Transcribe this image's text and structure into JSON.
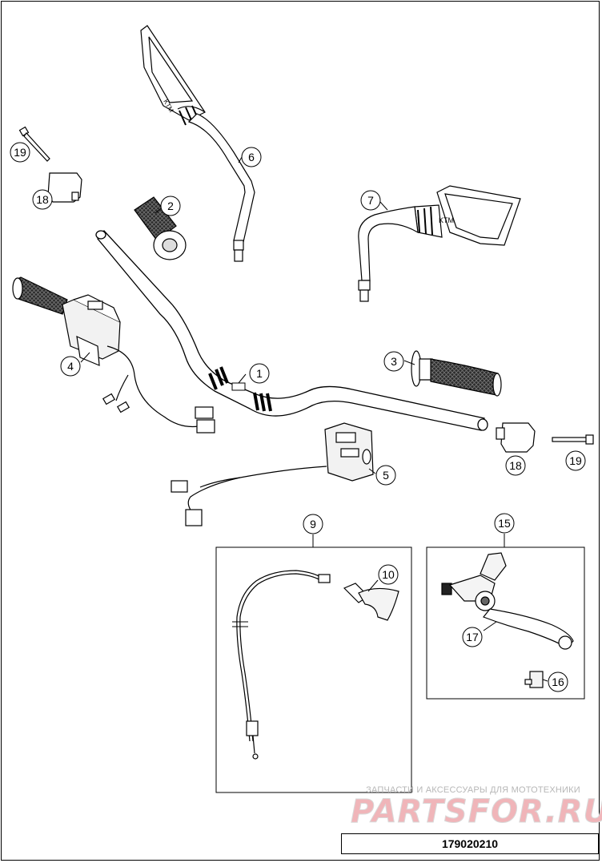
{
  "callouts": [
    {
      "id": "c1",
      "label": "1"
    },
    {
      "id": "c2",
      "label": "2"
    },
    {
      "id": "c3",
      "label": "3"
    },
    {
      "id": "c4",
      "label": "4"
    },
    {
      "id": "c5",
      "label": "5"
    },
    {
      "id": "c6",
      "label": "6"
    },
    {
      "id": "c7",
      "label": "7"
    },
    {
      "id": "c9",
      "label": "9"
    },
    {
      "id": "c10",
      "label": "10"
    },
    {
      "id": "c15",
      "label": "15"
    },
    {
      "id": "c16",
      "label": "16"
    },
    {
      "id": "c17",
      "label": "17"
    },
    {
      "id": "c18a",
      "label": "18"
    },
    {
      "id": "c18b",
      "label": "18"
    },
    {
      "id": "c19a",
      "label": "19"
    },
    {
      "id": "c19b",
      "label": "19"
    }
  ],
  "watermark": {
    "caption": "ЗАПЧАСТИ И АКСЕССУАРЫ ДЛЯ МОТОТЕХНИКИ",
    "logo": "PARTSFOR.RU"
  },
  "diagram_code": "179020210",
  "mirror_logo": "KTM"
}
